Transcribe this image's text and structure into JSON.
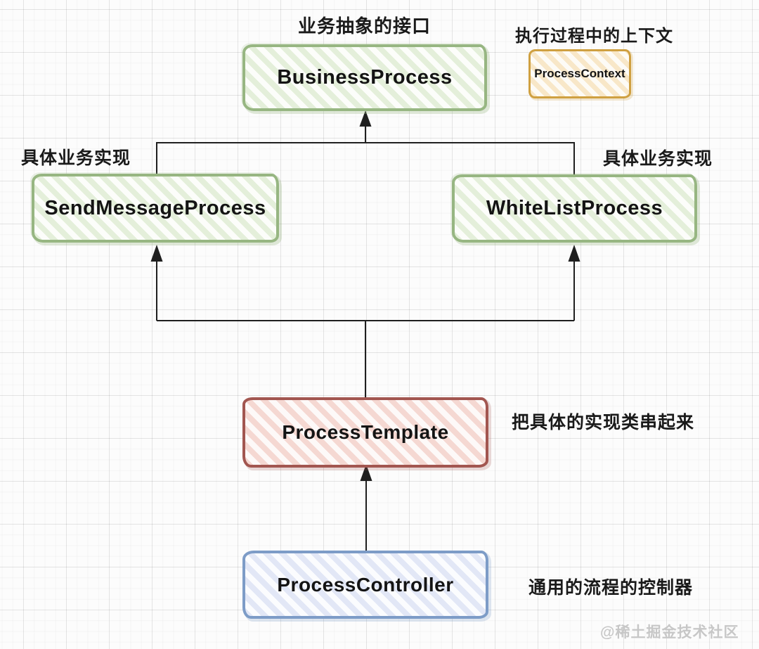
{
  "nodes": {
    "business": {
      "label": "BusinessProcess",
      "theme": "green"
    },
    "context": {
      "label": "ProcessContext",
      "theme": "orange"
    },
    "send_message": {
      "label": "SendMessageProcess",
      "theme": "green"
    },
    "white_list": {
      "label": "WhiteListProcess",
      "theme": "green"
    },
    "template": {
      "label": "ProcessTemplate",
      "theme": "red"
    },
    "controller": {
      "label": "ProcessController",
      "theme": "blue"
    }
  },
  "annotations": {
    "business": "业务抽象的接口",
    "context": "执行过程中的上下文",
    "impl_left": "具体业务实现",
    "impl_right": "具体业务实现",
    "template": "把具体的实现类串起来",
    "controller": "通用的流程的控制器"
  },
  "edges": [
    {
      "from": "SendMessageProcess",
      "to": "BusinessProcess",
      "style": "solid-arrow-up"
    },
    {
      "from": "WhiteListProcess",
      "to": "BusinessProcess",
      "style": "solid-arrow-up"
    },
    {
      "from": "ProcessTemplate",
      "to": "SendMessageProcess",
      "style": "solid-arrow-up"
    },
    {
      "from": "ProcessTemplate",
      "to": "WhiteListProcess",
      "style": "solid-arrow-up"
    },
    {
      "from": "ProcessController",
      "to": "ProcessTemplate",
      "style": "solid-arrow-up"
    }
  ],
  "watermark": "@稀土掘金技术社区",
  "colors": {
    "green_border": "#97b682",
    "green_stripe": "#e4efda",
    "orange_border": "#cfa041",
    "orange_stripe": "#f8e7c8",
    "red_border": "#a25650",
    "red_stripe": "#f5d8d2",
    "blue_border": "#7d9cc7",
    "blue_stripe": "#e2e7f6",
    "connector": "#1f1f1f",
    "watermark": "#c7c7c7"
  }
}
